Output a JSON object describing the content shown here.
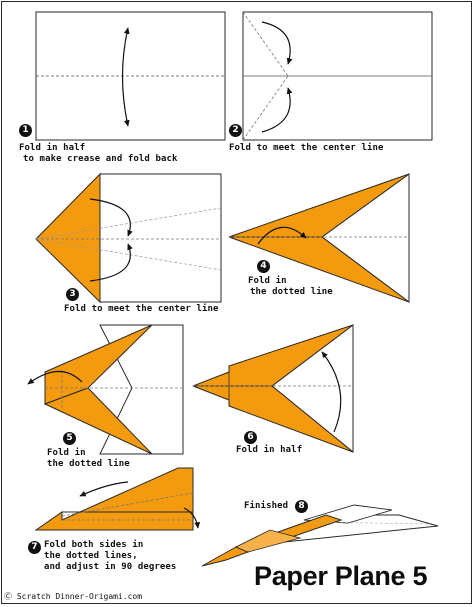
{
  "title": "Paper Plane 5",
  "credit": "Ⓒ Scratch Dinner-Origami.com",
  "colors": {
    "paper": "#f39a0f",
    "paper_edge": "#2a2a2a",
    "arrow": "#111111"
  },
  "steps": [
    {
      "number": "1",
      "caption_lines": [
        "Fold in half",
        "to make crease and fold back"
      ]
    },
    {
      "number": "2",
      "caption_lines": [
        "Fold to meet the center line"
      ]
    },
    {
      "number": "3",
      "caption_lines": [
        "Fold to meet the center line"
      ]
    },
    {
      "number": "4",
      "caption_lines": [
        "Fold in",
        "the dotted line"
      ]
    },
    {
      "number": "5",
      "caption_lines": [
        "Fold in",
        "the dotted line"
      ]
    },
    {
      "number": "6",
      "caption_lines": [
        "Fold in half"
      ]
    },
    {
      "number": "7",
      "caption_lines": [
        "Fold both sides in",
        "the dotted lines,",
        "and adjust in 90 degrees"
      ]
    },
    {
      "number": "8",
      "caption_lines": [
        "Finished"
      ]
    }
  ]
}
